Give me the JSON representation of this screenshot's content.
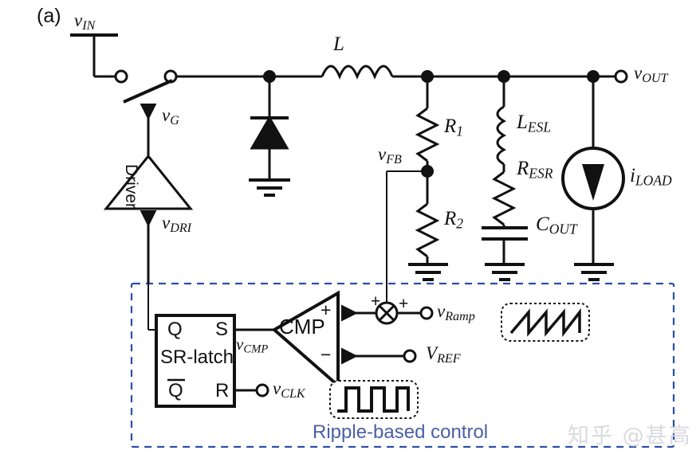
{
  "figure": {
    "panel_label": "(a)",
    "caption_note": "Ripple-based control"
  },
  "colors": {
    "wire": "#111111",
    "control_box_border": "#2b4fa8",
    "control_caption": "#4a5fa5",
    "watermark": "#d8dade",
    "background": "#ffffff"
  },
  "terminals": [
    {
      "id": "vin",
      "label": "v",
      "sub": "IN",
      "type": "supply-rail"
    },
    {
      "id": "vout",
      "label": "v",
      "sub": "OUT",
      "type": "open-terminal"
    },
    {
      "id": "vramp",
      "label": "v",
      "sub": "Ramp",
      "type": "open-terminal"
    },
    {
      "id": "vref",
      "label": "V",
      "sub": "REF",
      "type": "open-terminal"
    },
    {
      "id": "vclk",
      "label": "v",
      "sub": "CLK",
      "type": "open-terminal"
    }
  ],
  "nodes": [
    {
      "id": "vg",
      "label": "v",
      "sub": "G"
    },
    {
      "id": "vdri",
      "label": "v",
      "sub": "DRI"
    },
    {
      "id": "vfb",
      "label": "v",
      "sub": "FB"
    },
    {
      "id": "vcmp",
      "label": "v",
      "sub": "CMP"
    }
  ],
  "components": [
    {
      "id": "switch",
      "kind": "spst-switch",
      "label": "",
      "sub": ""
    },
    {
      "id": "driver",
      "kind": "triangle-buffer",
      "label": "Driver",
      "sub": ""
    },
    {
      "id": "diode",
      "kind": "diode",
      "label": "",
      "sub": ""
    },
    {
      "id": "inductor",
      "kind": "inductor",
      "label": "L",
      "sub": ""
    },
    {
      "id": "r1",
      "kind": "resistor",
      "label": "R",
      "sub": "1"
    },
    {
      "id": "r2",
      "kind": "resistor",
      "label": "R",
      "sub": "2"
    },
    {
      "id": "lesl",
      "kind": "inductor",
      "label": "L",
      "sub": "ESL"
    },
    {
      "id": "resr",
      "kind": "resistor",
      "label": "R",
      "sub": "ESR"
    },
    {
      "id": "cout",
      "kind": "capacitor",
      "label": "C",
      "sub": "OUT"
    },
    {
      "id": "iload",
      "kind": "current-source",
      "label": "i",
      "sub": "LOAD"
    },
    {
      "id": "cmp",
      "kind": "comparator",
      "label": "CMP",
      "sub": ""
    },
    {
      "id": "srlatch",
      "kind": "sr-latch",
      "label": "SR-latch",
      "sub": ""
    },
    {
      "id": "summer",
      "kind": "summing-node",
      "label": "",
      "sub": ""
    }
  ],
  "sr_latch": {
    "title": "SR-latch",
    "pin_q": "Q",
    "pin_qbar": "Q",
    "pin_s": "S",
    "pin_r": "R"
  },
  "comparator": {
    "name": "CMP",
    "plus": "+",
    "minus": "−"
  },
  "summing_node": {
    "sign_top": "+",
    "sign_right": "+"
  },
  "insets": [
    {
      "id": "ramp-inset",
      "waveform": "sawtooth",
      "cycles": 3
    },
    {
      "id": "clock-inset",
      "waveform": "square",
      "cycles": 3
    }
  ],
  "watermark": {
    "text": "知乎 @甚高"
  }
}
